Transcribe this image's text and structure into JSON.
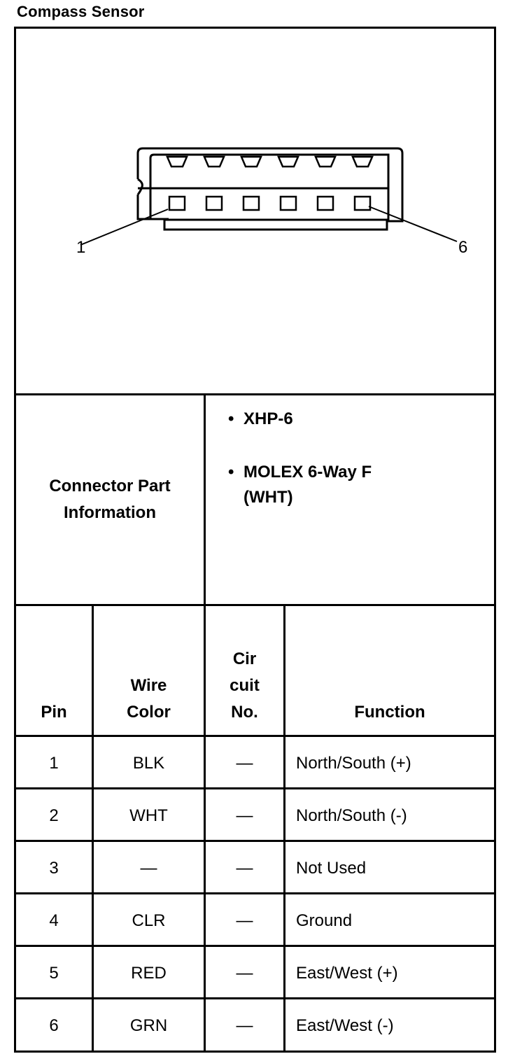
{
  "title": "Compass Sensor",
  "diagram": {
    "pin_first_label": "1",
    "pin_last_label": "6",
    "pin_count": 6
  },
  "connector_info": {
    "label_line1": "Connector Part",
    "label_line2": "Information",
    "items": [
      "XHP-6",
      "MOLEX 6-Way F (WHT)"
    ],
    "bullet": "•"
  },
  "table": {
    "headers": {
      "pin": "Pin",
      "wire_color_line1": "Wire",
      "wire_color_line2": "Color",
      "circuit_line1": "Cir",
      "circuit_line2": "cuit",
      "circuit_line3": "No.",
      "function": "Function"
    },
    "rows": [
      {
        "pin": "1",
        "wire": "BLK",
        "circuit": "—",
        "function": "North/South (+)"
      },
      {
        "pin": "2",
        "wire": "WHT",
        "circuit": "—",
        "function": "North/South (-)"
      },
      {
        "pin": "3",
        "wire": "—",
        "circuit": "—",
        "function": "Not Used"
      },
      {
        "pin": "4",
        "wire": "CLR",
        "circuit": "—",
        "function": "Ground"
      },
      {
        "pin": "5",
        "wire": "RED",
        "circuit": "—",
        "function": "East/West (+)"
      },
      {
        "pin": "6",
        "wire": "GRN",
        "circuit": "—",
        "function": "East/West (-)"
      }
    ]
  }
}
